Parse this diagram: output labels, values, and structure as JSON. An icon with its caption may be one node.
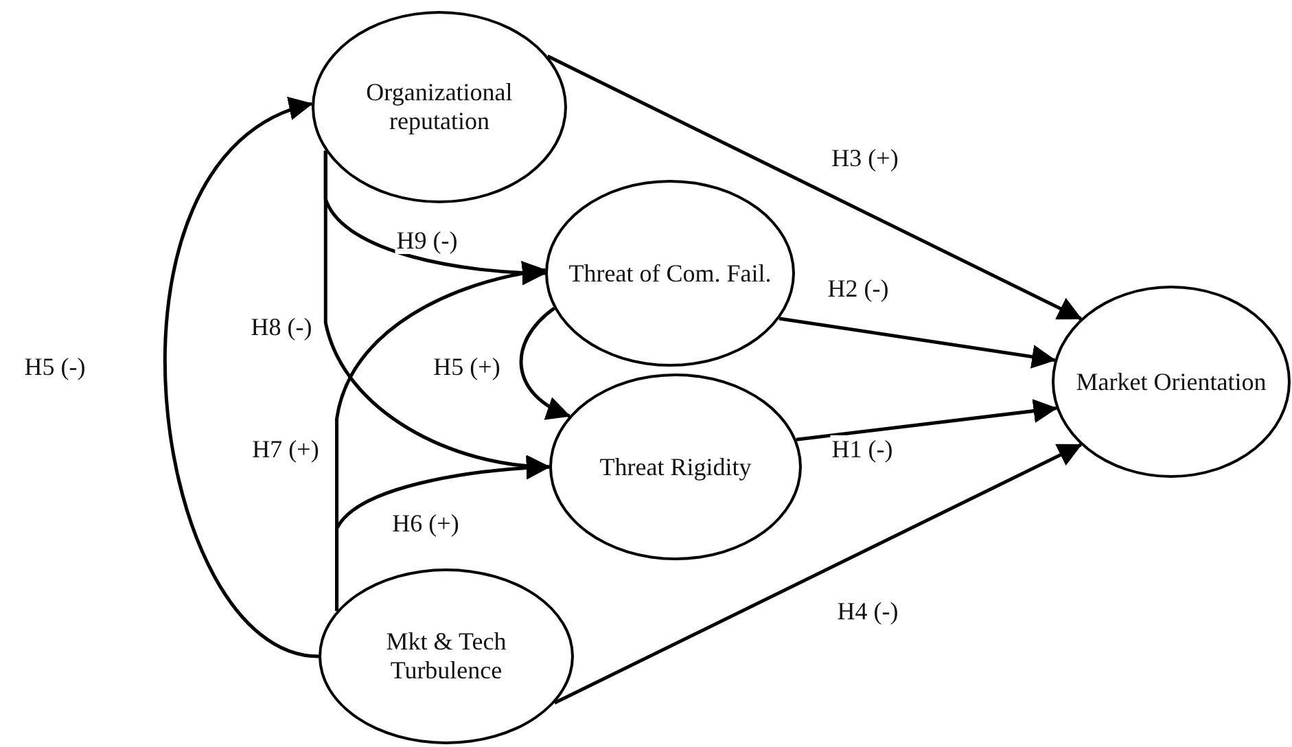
{
  "diagram": {
    "nodes": [
      {
        "text": [
          "Organizational reputation"
        ]
      },
      {
        "text": [
          "Threat of Com. Fail."
        ]
      },
      {
        "text": [
          "Threat Rigidity"
        ]
      },
      {
        "text": [
          "Mkt & Tech Turbulence"
        ]
      },
      {
        "text": [
          "Market Orientation"
        ]
      }
    ],
    "edges": [
      {
        "from": 0,
        "to": 4,
        "arrow": "to",
        "label": "H3 (+)"
      },
      {
        "from": 1,
        "to": 4,
        "arrow": "to",
        "label": "H2 (-)"
      },
      {
        "from": 2,
        "to": 4,
        "arrow": "to",
        "label": "H1 (-)"
      },
      {
        "from": 3,
        "to": 4,
        "arrow": "to",
        "label": "H4 (-)"
      },
      {
        "from": 3,
        "to": 0,
        "arrow": "to",
        "label": "H5 (-)"
      },
      {
        "from": 0,
        "to": 1,
        "arrow": "to",
        "label": "H9 (-)"
      },
      {
        "from": 0,
        "to": 2,
        "arrow": "to",
        "label": "H8 (-)"
      },
      {
        "from": 3,
        "to": 1,
        "arrow": "to",
        "label": "H7 (+)"
      },
      {
        "from": 3,
        "to": 2,
        "arrow": "to",
        "label": "H6 (+)"
      },
      {
        "from": 1,
        "to": 2,
        "arrow": "to",
        "label": "H5 (+)"
      }
    ]
  }
}
